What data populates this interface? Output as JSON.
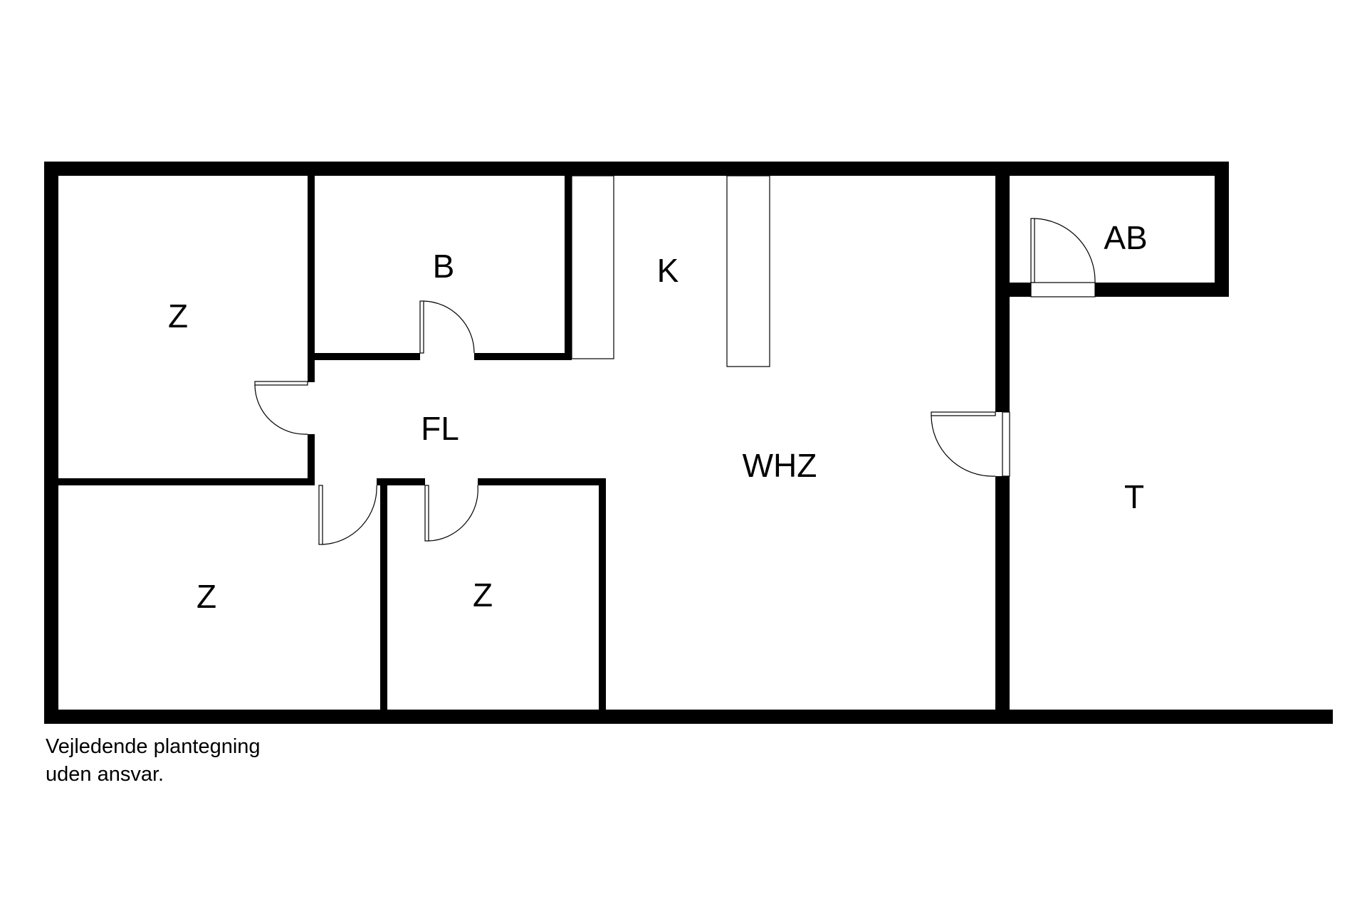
{
  "rooms": {
    "bedroom_top_left": "Z",
    "bathroom": "B",
    "kitchen": "K",
    "utility": "AB",
    "hall": "FL",
    "living_room": "WHZ",
    "terrace": "T",
    "bedroom_bottom_left": "Z",
    "bedroom_bottom_middle": "Z"
  },
  "disclaimer": {
    "line1": "Vejledende plantegning",
    "line2": "uden ansvar."
  },
  "colors": {
    "wall": "#000000",
    "background": "#ffffff"
  }
}
